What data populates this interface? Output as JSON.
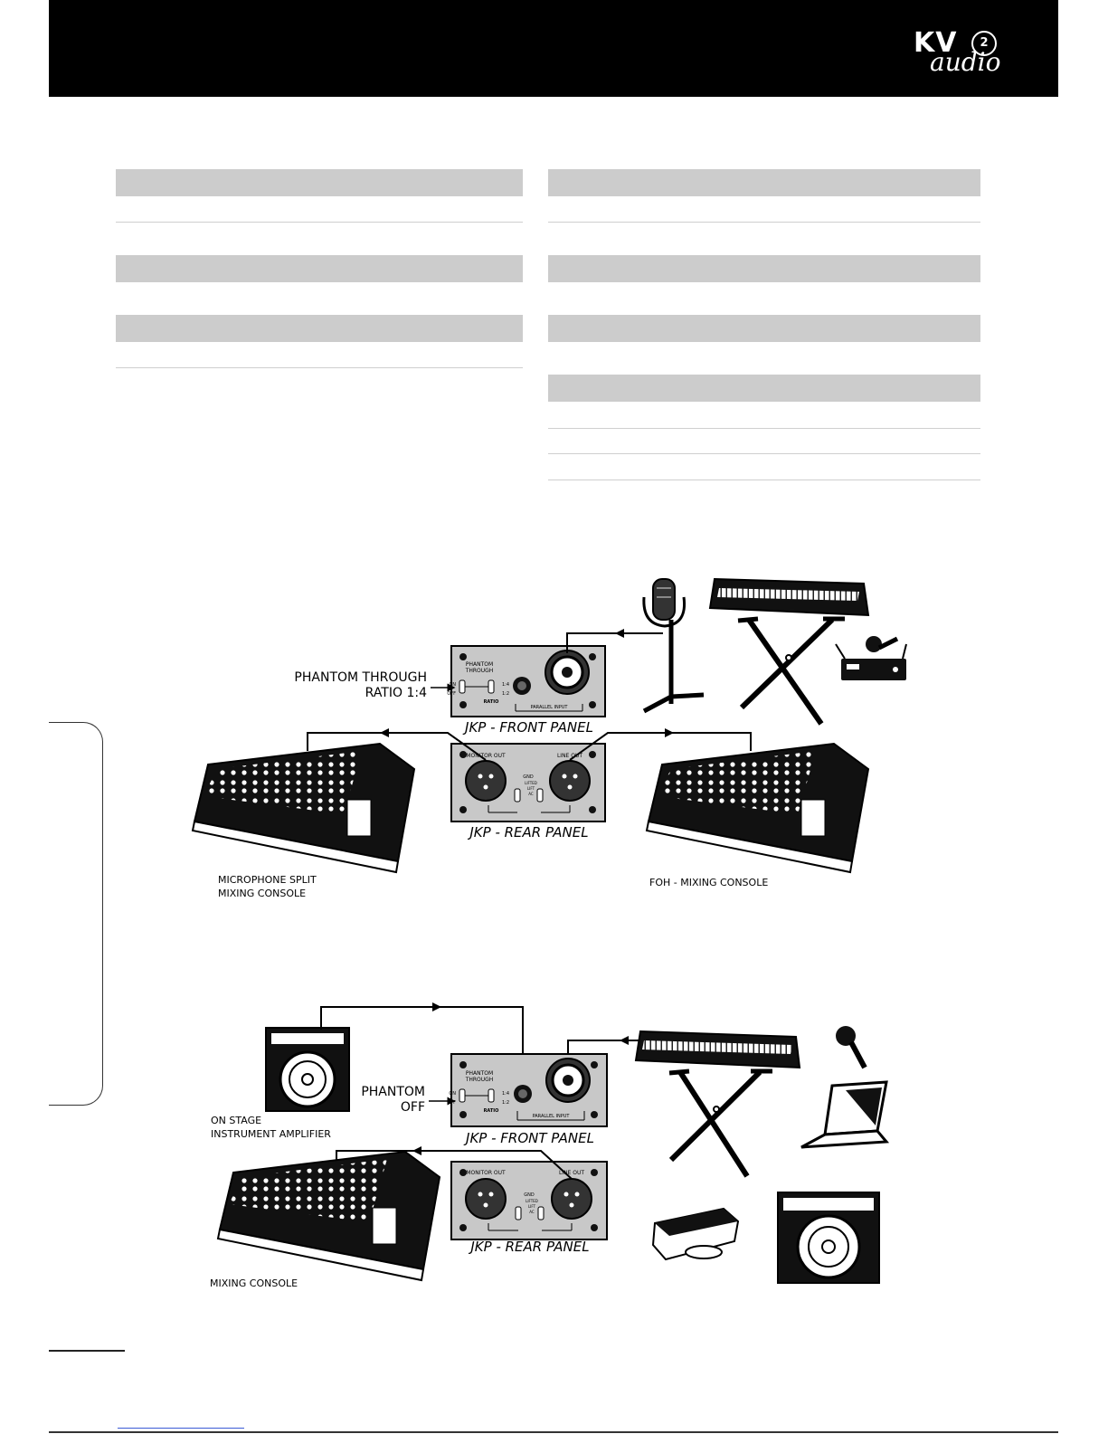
{
  "diagram1": {
    "callout_line1": "PHANTOM THROUGH",
    "callout_line2": "RATIO 1:4",
    "front_panel_label": "JKP - FRONT PANEL",
    "rear_panel_label": "JKP - REAR PANEL",
    "left_console_line1": "MICROPHONE SPLIT",
    "left_console_line2": "MIXING CONSOLE",
    "right_console": "FOH - MIXING CONSOLE"
  },
  "diagram2": {
    "callout_line1": "PHANTOM",
    "callout_line2": "OFF",
    "front_panel_label": "JKP - FRONT PANEL",
    "rear_panel_label": "JKP - REAR PANEL",
    "amp_line1": "ON STAGE",
    "amp_line2": "INSTRUMENT AMPLIFIER",
    "console": "MIXING CONSOLE"
  },
  "panel": {
    "phantom": "PHANTOM",
    "through": "THROUGH",
    "on": "ON",
    "off": "OFF",
    "ratio": "RATIO",
    "ratio_a": "1:4",
    "ratio_b": "1:2",
    "parallel_input": "PARALLEL INPUT",
    "monitor_out": "MONITOR OUT",
    "line_out": "LINE OUT",
    "gnd": "GND",
    "gnd_lifted": "LIFTED",
    "gnd_lift": "LIFT",
    "gnd_ac": "AC"
  },
  "colors": {
    "header": "#000000",
    "band": "#cccccc",
    "panel_fill": "#c8c8c8"
  }
}
